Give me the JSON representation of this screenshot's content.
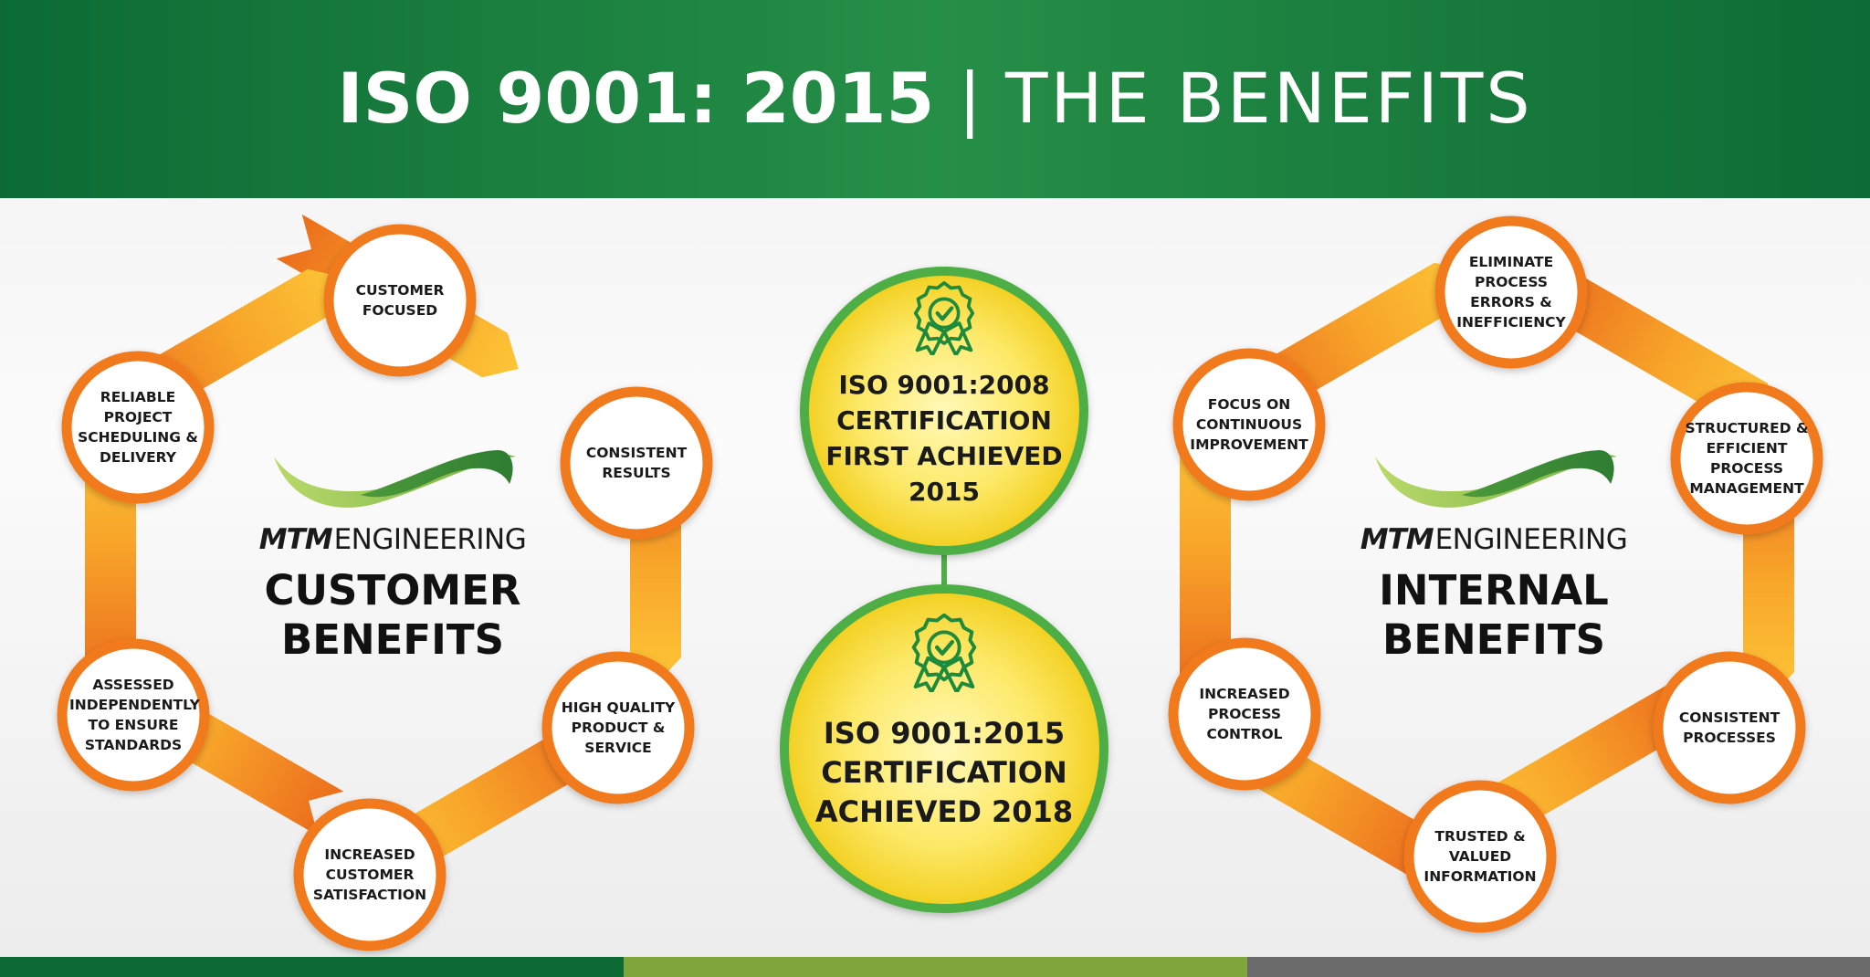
{
  "header": {
    "title_bold": "ISO 9001: 2015",
    "title_sep": "|",
    "title_light": "THE BENEFITS",
    "background": "#0f6e37"
  },
  "colors": {
    "arrow_orange": "#ee7a1f",
    "arrow_yellow": "#fbb62e",
    "node_ring": "#f07a1d",
    "medal_ring": "#4dae45",
    "medal_fill": "#fde047",
    "icon_green": "#1d8a3c",
    "swoosh_light": "#8cc63f",
    "swoosh_dark": "#3e8e3a"
  },
  "customer_ring": {
    "logo_bold": "MTM",
    "logo_rest": "ENGINEERING",
    "heading_line1": "CUSTOMER",
    "heading_line2": "BENEFITS",
    "nodes": [
      {
        "label": "CUSTOMER FOCUSED"
      },
      {
        "label": "CONSISTENT RESULTS"
      },
      {
        "label": "HIGH QUALITY PRODUCT & SERVICE"
      },
      {
        "label": "INCREASED CUSTOMER SATISFACTION"
      },
      {
        "label": "ASSESSED INDEPENDENTLY TO ENSURE STANDARDS"
      },
      {
        "label": "RELIABLE PROJECT SCHEDULING & DELIVERY"
      }
    ]
  },
  "internal_ring": {
    "logo_bold": "MTM",
    "logo_rest": "ENGINEERING",
    "heading_line1": "INTERNAL",
    "heading_line2": "BENEFITS",
    "nodes": [
      {
        "label": "ELIMINATE PROCESS ERRORS & INEFFICIENCY"
      },
      {
        "label": "STRUCTURED & EFFICIENT PROCESS MANAGEMENT"
      },
      {
        "label": "CONSISTENT PROCESSES"
      },
      {
        "label": "TRUSTED & VALUED INFORMATION"
      },
      {
        "label": "INCREASED PROCESS CONTROL"
      },
      {
        "label": "FOCUS ON CONTINUOUS IMPROVEMENT"
      }
    ]
  },
  "certifications": [
    {
      "icon": "award-ribbon-icon",
      "label": "ISO 9001:2008 CERTIFICATION FIRST ACHIEVED 2015"
    },
    {
      "icon": "award-ribbon-icon",
      "label": "ISO 9001:2015 CERTIFICATION ACHIEVED 2018"
    }
  ],
  "footer": {
    "colors": [
      "#0d6a34",
      "#7ea63b",
      "#6b6b6b"
    ]
  }
}
